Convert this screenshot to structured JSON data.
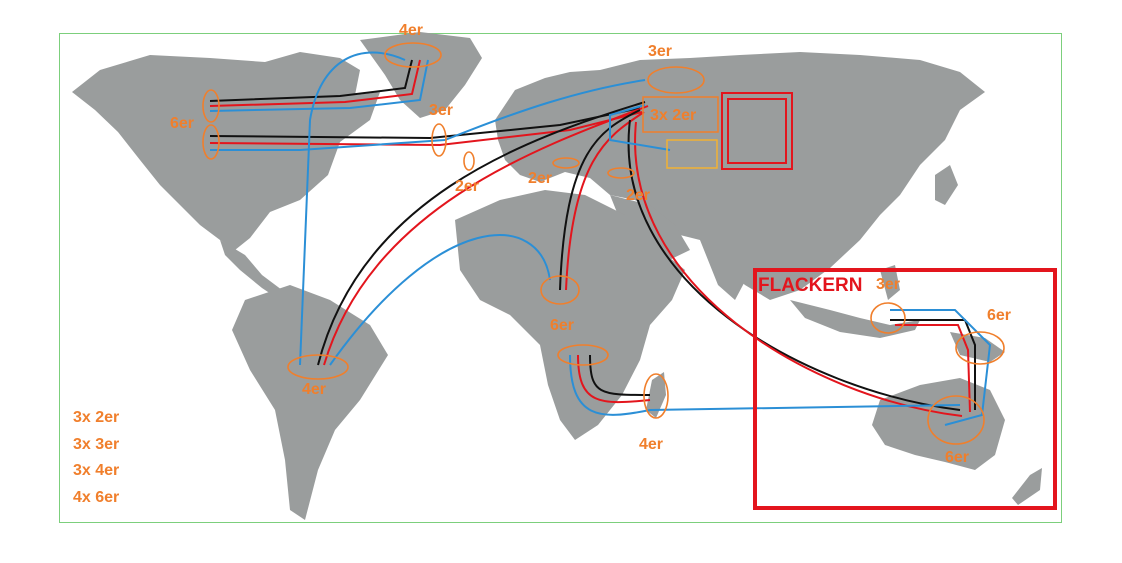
{
  "colors": {
    "land": "#9a9d9d",
    "orange": "#f07f2c",
    "red": "#e3151d",
    "black": "#111111",
    "blue": "#2b8fd6",
    "yellow": "#f2b233",
    "frame": "#7ccf7c"
  },
  "labels": {
    "greenland": "4er",
    "canada": "6er",
    "north_atlantic": "3er",
    "mid_atlantic": "2er",
    "mediterranean": "2er",
    "scandinavia": "3er",
    "russia_box": "3x 2er",
    "middle_east": "2er",
    "brazil": "4er",
    "west_africa": "6er",
    "madagascar": "4er",
    "indonesia": "3er",
    "new_guinea": "6er",
    "australia": "6er",
    "highlight": "FLACKERN"
  },
  "legend": [
    "3x 2er",
    "3x 3er",
    "3x 4er",
    "4x 6er"
  ]
}
